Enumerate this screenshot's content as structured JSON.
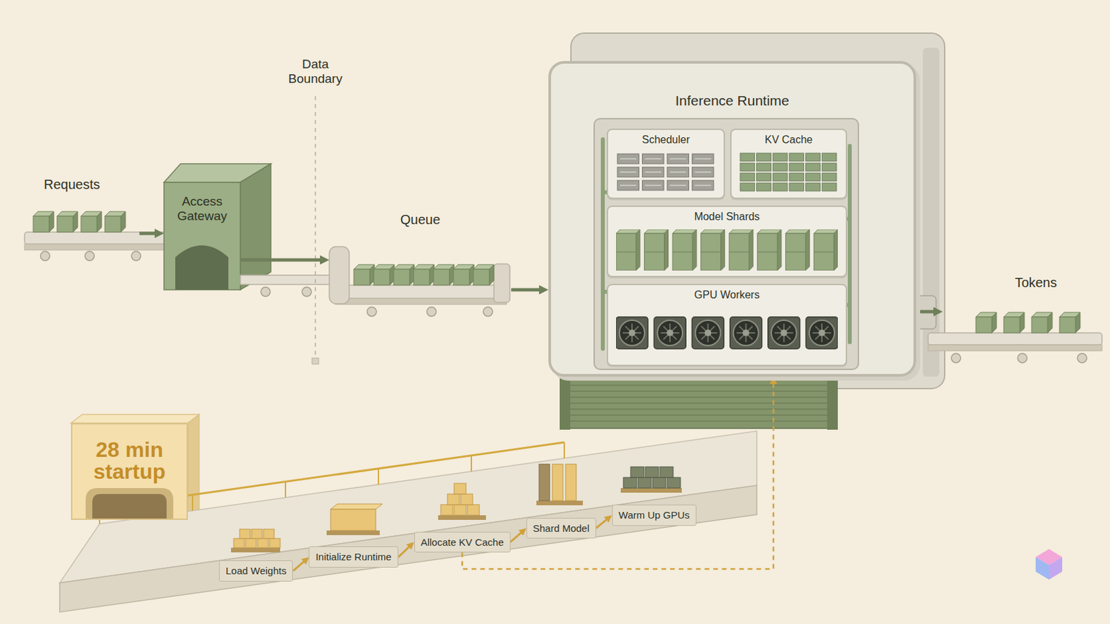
{
  "diagram": {
    "nodes": [
      {
        "text": [
          "Requests"
        ]
      },
      {
        "text": [
          "Access Gateway"
        ]
      },
      {
        "text": [
          "Queue"
        ]
      },
      {
        "text": [
          "Inference Runtime"
        ]
      },
      {
        "text": [
          "Scheduler"
        ],
        "in": 3
      },
      {
        "text": [
          "KV Cache"
        ],
        "in": 3
      },
      {
        "text": [
          "Model Shards"
        ],
        "in": 3
      },
      {
        "text": [
          "GPU Workers"
        ],
        "in": 3
      },
      {
        "text": [
          "Tokens"
        ]
      },
      {
        "text": [
          "28 min startup"
        ]
      },
      {
        "text": [
          "Load Weights"
        ]
      },
      {
        "text": [
          "Initialize Runtime"
        ]
      },
      {
        "text": [
          "Allocate KV Cache"
        ]
      },
      {
        "text": [
          "Shard Model"
        ]
      },
      {
        "text": [
          "Warm Up GPUs"
        ]
      }
    ],
    "edges": [
      {
        "from": 0,
        "to": 1,
        "arrow": "to"
      },
      {
        "from": 1,
        "to": 2,
        "arrow": "to"
      },
      {
        "from": 2,
        "to": 3,
        "arrow": "to"
      },
      {
        "from": 3,
        "to": 8,
        "arrow": "to"
      },
      {
        "from": 10,
        "to": 11,
        "arrow": "to"
      },
      {
        "from": 11,
        "to": 12,
        "arrow": "to"
      },
      {
        "from": 12,
        "to": 13,
        "arrow": "to"
      },
      {
        "from": 13,
        "to": 14,
        "arrow": "to"
      },
      {
        "from": 12,
        "to": 3,
        "arrow": "to"
      }
    ],
    "labels": [
      "Data Boundary"
    ]
  }
}
